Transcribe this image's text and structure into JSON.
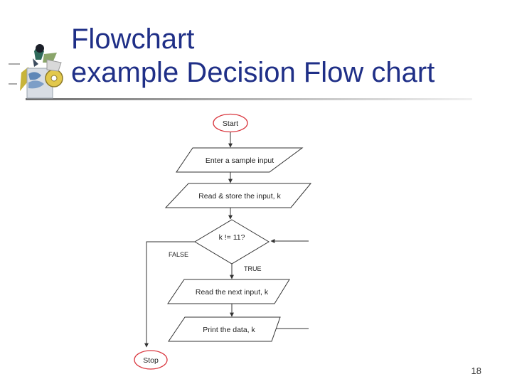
{
  "slide": {
    "title_line1": "Flowchart",
    "title_line2": "example Decision Flow chart",
    "page_number": "18",
    "title_color": "#1f2f87"
  },
  "flowchart": {
    "start_label": "Start",
    "input_label": "Enter a sample input",
    "read_label": "Read & store the input, k",
    "decision_label": "k != 11?",
    "false_label": "FALSE",
    "true_label": "TRUE",
    "next_label": "Read the next input, k",
    "print_label": "Print the data, k",
    "stop_label": "Stop",
    "terminal_border_color": "#d9363e",
    "line_color": "#333333"
  },
  "logo": {
    "icon": "slide-theme-logo"
  }
}
